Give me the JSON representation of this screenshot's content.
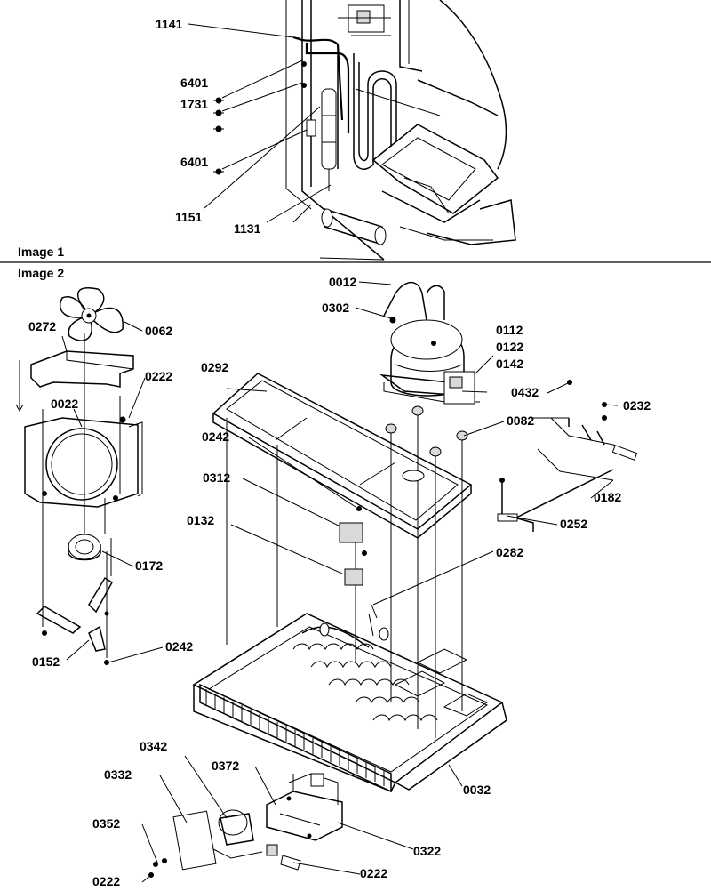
{
  "sections": [
    {
      "label": "Image 1"
    },
    {
      "label": "Image 2"
    }
  ],
  "image1_callouts": [
    {
      "id": "1141"
    },
    {
      "id": "6401"
    },
    {
      "id": "1731"
    },
    {
      "id": "6401"
    },
    {
      "id": "1151"
    },
    {
      "id": "1131"
    }
  ],
  "image2_callouts": [
    {
      "id": "0012"
    },
    {
      "id": "0302"
    },
    {
      "id": "0112"
    },
    {
      "id": "0122"
    },
    {
      "id": "0142"
    },
    {
      "id": "0272"
    },
    {
      "id": "0062"
    },
    {
      "id": "0222"
    },
    {
      "id": "0292"
    },
    {
      "id": "0432"
    },
    {
      "id": "0232"
    },
    {
      "id": "0022"
    },
    {
      "id": "0082"
    },
    {
      "id": "0242"
    },
    {
      "id": "0182"
    },
    {
      "id": "0312"
    },
    {
      "id": "0252"
    },
    {
      "id": "0132"
    },
    {
      "id": "0172"
    },
    {
      "id": "0282"
    },
    {
      "id": "0152"
    },
    {
      "id": "0242"
    },
    {
      "id": "0032"
    },
    {
      "id": "0342"
    },
    {
      "id": "0332"
    },
    {
      "id": "0372"
    },
    {
      "id": "0352"
    },
    {
      "id": "0322"
    },
    {
      "id": "0222"
    },
    {
      "id": "0222"
    }
  ]
}
